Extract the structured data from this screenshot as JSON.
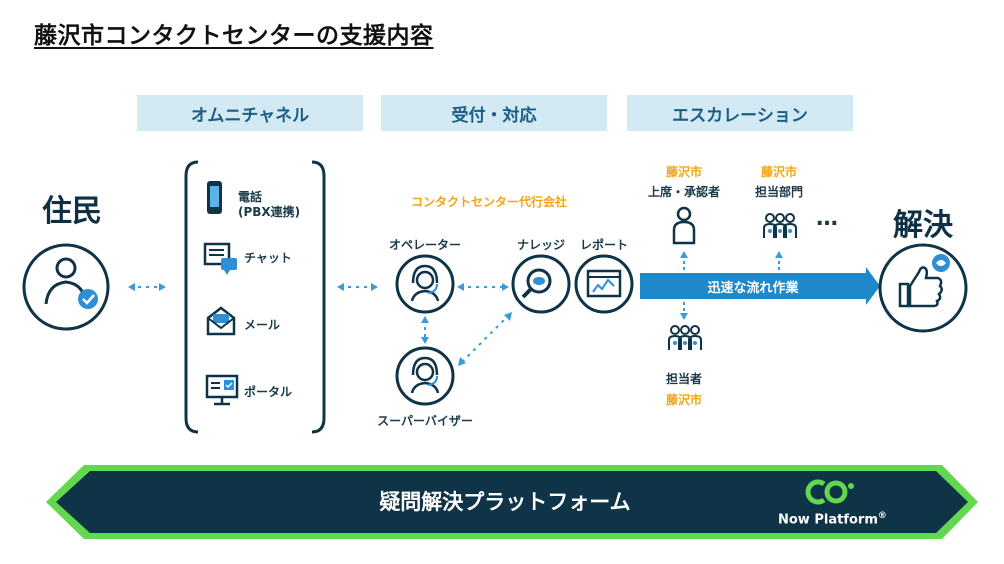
{
  "title": "藤沢市コンタクトセンターの支援内容",
  "phases": [
    "オムニチャネル",
    "受付・対応",
    "エスカレーション"
  ],
  "resident": "住民",
  "resolution": "解決",
  "channels": {
    "phone_line1": "電話",
    "phone_line2": "(PBX連携)",
    "chat": "チャット",
    "mail": "メール",
    "portal": "ポータル"
  },
  "contact_center": "コンタクトセンター代行会社",
  "operator": "オペレーター",
  "supervisor": "スーパーバイザー",
  "knowledge": "ナレッジ",
  "report": "レポート",
  "escalation": {
    "city": "藤沢市",
    "superior": "上席・承認者",
    "department": "担当部門",
    "staff": "担当者",
    "more": "…"
  },
  "flow_label": "迅速な流れ作業",
  "platform_label": "疑問解決プラットフォーム",
  "now_platform": "Now Platform",
  "now_platform_mark": "®",
  "colors": {
    "dark_navy": "#0f3347",
    "flow_blue": "#1e88c8",
    "phase_bg": "#d3e9f4",
    "accent_orange": "#f2a516",
    "platform_green": "#62d84e",
    "check_blue": "#2f8fd6"
  }
}
